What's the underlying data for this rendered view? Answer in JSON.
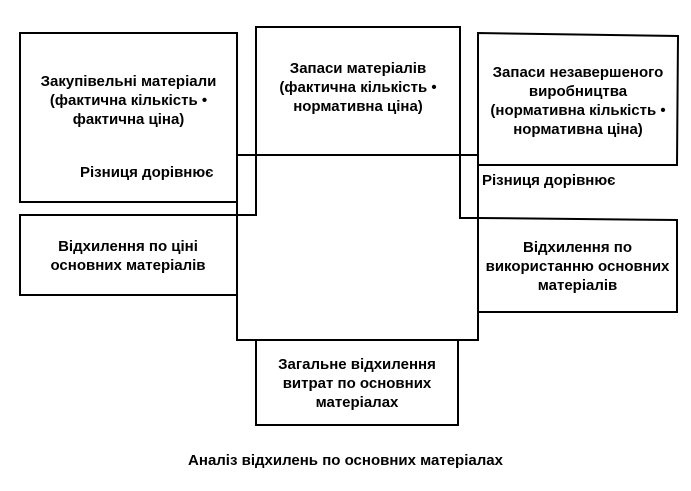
{
  "boxes": {
    "purchased": "Закупівельні матеріали (фактична кількість • фактична ціна)",
    "inventory": "Запаси матеріалів (фактична кількість • нормативна ціна)",
    "wip": "Запаси незавершеного виробництва (нормативна кількість • нормативна  ціна)",
    "price_variance": "Відхилення по ціні основних матеріалів",
    "usage_variance": "Відхилення по використанню основних матеріалів",
    "total_variance": "Загальне відхилення витрат по основних матеріалах"
  },
  "labels": {
    "difference_left": "Різниця дорівнює",
    "difference_right": "Різниця дорівнює"
  },
  "caption": "Аналіз відхилень по основних матеріалах"
}
